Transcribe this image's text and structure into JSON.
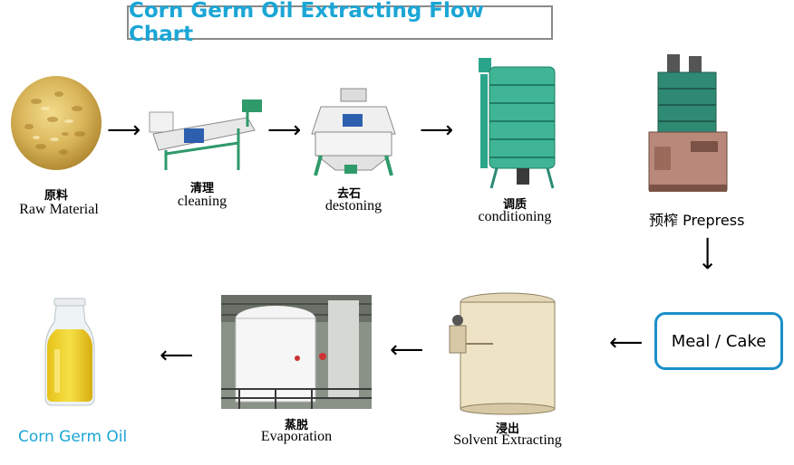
{
  "title": "Corn Germ Oil Extracting Flow Chart",
  "steps": {
    "raw": {
      "cn": "原料",
      "en": "Raw Material"
    },
    "cleaning": {
      "cn": "清理",
      "en": "cleaning"
    },
    "destoning": {
      "cn": "去石",
      "en": "destoning"
    },
    "conditioning": {
      "cn": "调质",
      "en": "conditioning"
    },
    "prepress": {
      "label": "预榨 Prepress"
    },
    "meal": {
      "label": "Meal / Cake"
    },
    "solvent": {
      "cn": "浸出",
      "en": "Solvent Extracting"
    },
    "evaporation": {
      "cn": "蒸脱",
      "en": "Evaporation"
    },
    "oil": {
      "label": "Corn Germ Oil"
    }
  },
  "colors": {
    "title": "#1ba6d6",
    "meal_border": "#1b8fc9",
    "oil_label": "#1ba6d6"
  }
}
